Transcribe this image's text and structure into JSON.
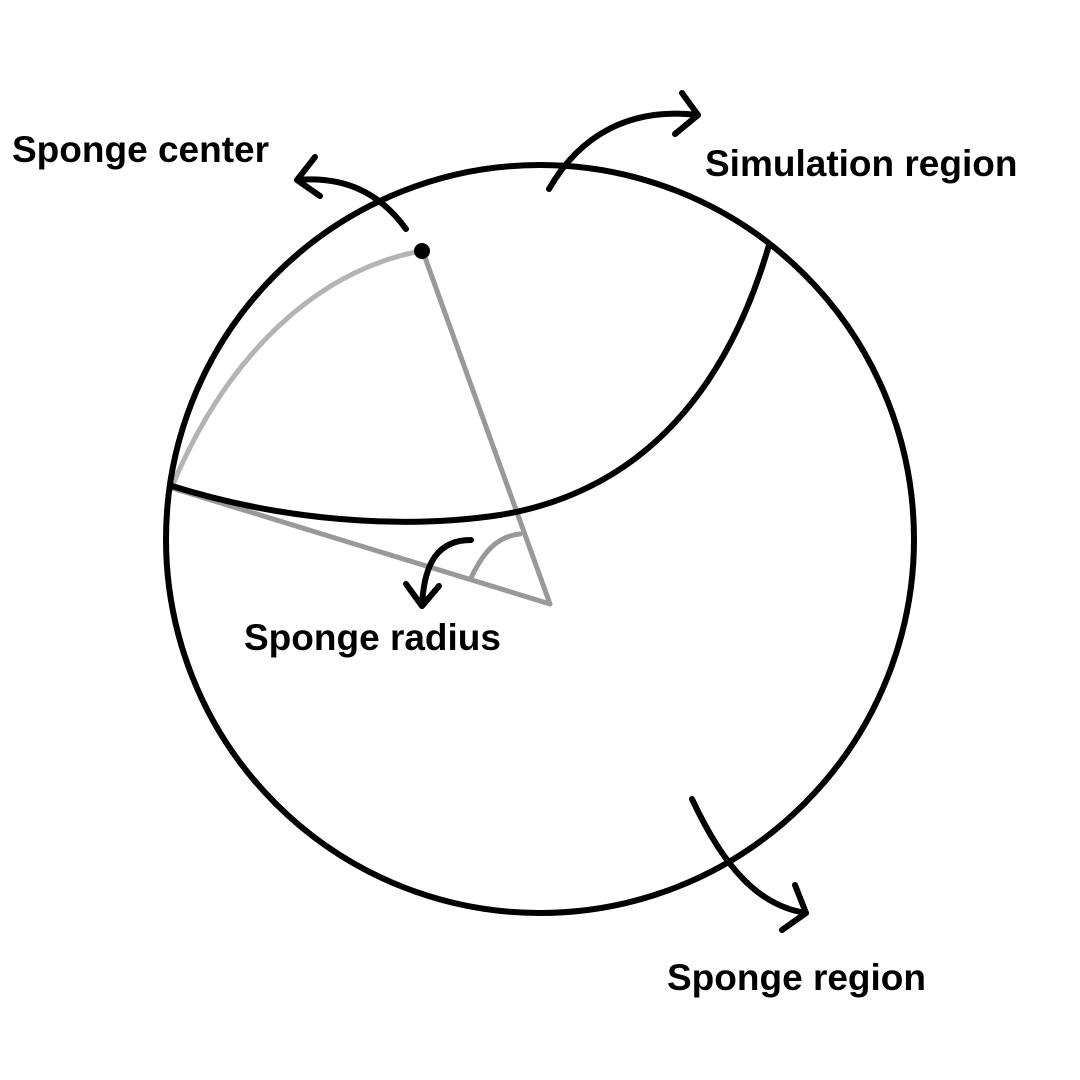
{
  "labels": {
    "sponge_center": "Sponge center",
    "simulation_region": "Simulation region",
    "sponge_radius": "Sponge radius",
    "sponge_region": "Sponge region"
  },
  "colors": {
    "ink": "#000000",
    "radius_line": "#999999",
    "sponge_arc": "#b4b4b4",
    "background": "#ffffff"
  }
}
